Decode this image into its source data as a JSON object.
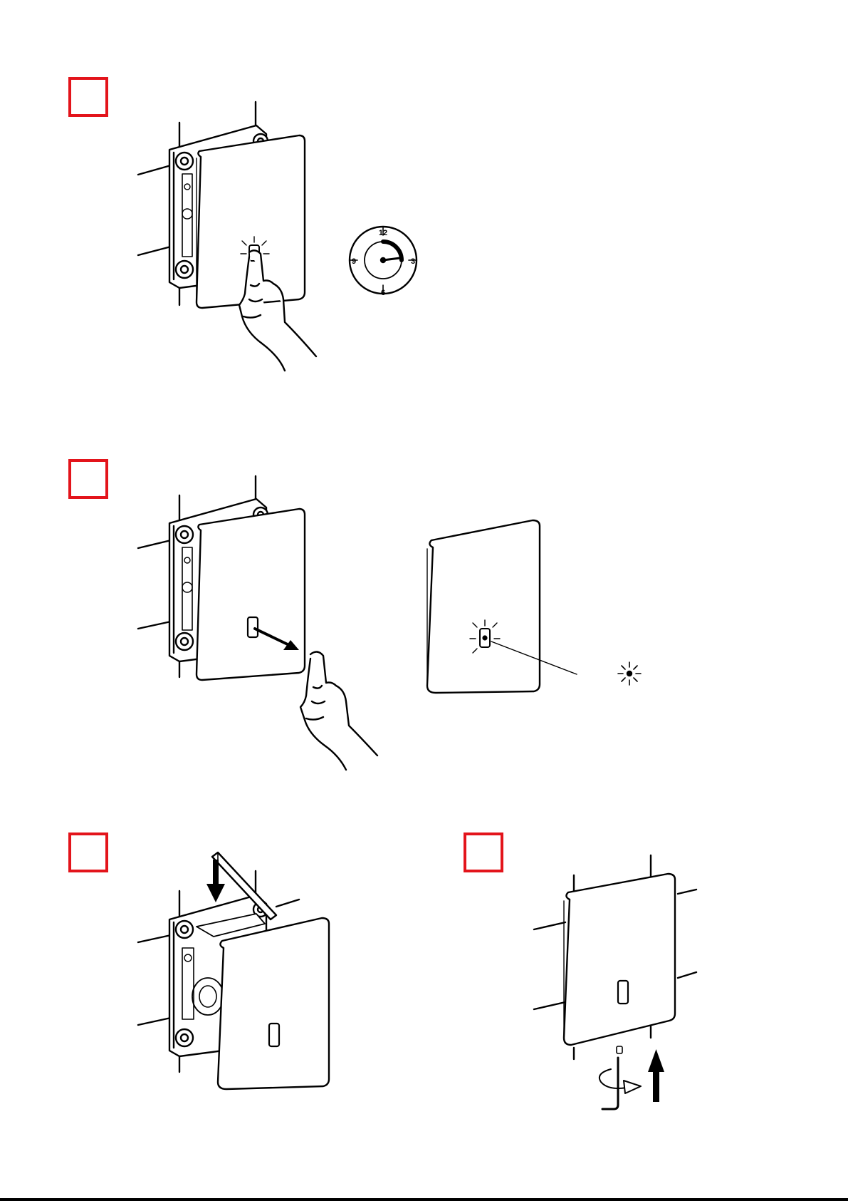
{
  "steps": [
    {
      "id": "step-1",
      "box": "empty"
    },
    {
      "id": "step-2",
      "box": "empty"
    },
    {
      "id": "step-3",
      "box": "empty"
    },
    {
      "id": "step-4",
      "box": "empty"
    }
  ],
  "clock": {
    "top": "12",
    "right": "3",
    "bottom": "6",
    "left": "9"
  },
  "colors": {
    "step_box": "#e3141b",
    "line": "#000000"
  },
  "icons": [
    "fingertip-press-icon",
    "clock-icon",
    "hand-wave-icon",
    "sensor-blink-icon",
    "hex-key-icon",
    "rotate-arrow-icon",
    "push-down-arrow-icon",
    "push-up-arrow-icon"
  ]
}
